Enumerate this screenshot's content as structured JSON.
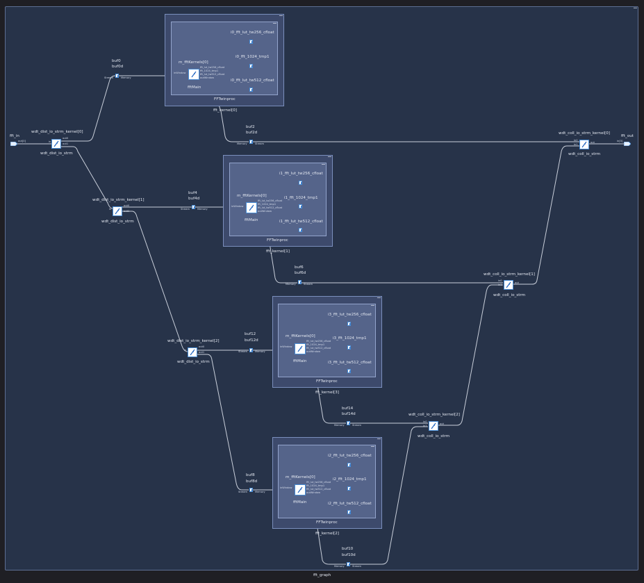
{
  "graph": {
    "name": "fft_graph"
  },
  "ports": {
    "in": {
      "label": "fft_in",
      "pin": "out[0]"
    },
    "out": {
      "label": "fft_out",
      "pin": "in[0]"
    }
  },
  "dist_kernels": [
    {
      "title": "wdt_dist_io_strm_kernel[0]",
      "func": "wdt_dist_io_strm",
      "pins": [
        "in",
        "out0",
        "out1"
      ]
    },
    {
      "title": "wdt_dist_io_strm_kernel[1]",
      "func": "wdt_dist_io_strm",
      "pins": [
        "in",
        "out0",
        "out1"
      ]
    },
    {
      "title": "wdt_dist_io_strm_kernel[2]",
      "func": "wdt_dist_io_strm",
      "pins": [
        "in",
        "out0",
        "out1"
      ]
    }
  ],
  "coll_kernels": [
    {
      "title": "wdt_coll_io_strm_kernel[0]",
      "func": "wdt_coll_io_strm",
      "pins": [
        "in0",
        "in1",
        "out"
      ]
    },
    {
      "title": "wdt_coll_io_strm_kernel[1]",
      "func": "wdt_coll_io_strm",
      "pins": [
        "in0",
        "in1",
        "out"
      ]
    },
    {
      "title": "wdt_coll_io_strm_kernel[2]",
      "func": "wdt_coll_io_strm",
      "pins": [
        "in0",
        "in1",
        "out"
      ]
    }
  ],
  "buffers": [
    {
      "name": "buf0",
      "name2": "buf0d",
      "left": "Stream",
      "right": "Memory"
    },
    {
      "name": "buf2",
      "name2": "buf2d",
      "left": "Memory",
      "right": "Stream"
    },
    {
      "name": "buf4",
      "name2": "buf4d",
      "left": "Stream",
      "right": "Memory"
    },
    {
      "name": "buf6",
      "name2": "buf6d",
      "left": "Memory",
      "right": "Stream"
    },
    {
      "name": "buf12",
      "name2": "buf12d",
      "left": "Stream",
      "right": "Memory"
    },
    {
      "name": "buf14",
      "name2": "buf14d",
      "left": "Memory",
      "right": "Stream"
    },
    {
      "name": "buf8",
      "name2": "buf8d",
      "left": "Stream",
      "right": "Memory"
    },
    {
      "name": "buf10",
      "name2": "buf10d",
      "left": "Memory",
      "right": "Stream"
    }
  ],
  "fft_kernels": [
    {
      "instance": "fft_kernel[0]",
      "class": "FFTwinproc",
      "sub": "m_fftKernels[0]",
      "main": "fftMain",
      "luts": [
        "i0_fft_lut_tw256_cfloat",
        "i0_fft_1024_tmp1",
        "i0_fft_lut_tw512_cfloat"
      ]
    },
    {
      "instance": "fft_kernel[1]",
      "class": "FFTwinproc",
      "sub": "m_fftKernels[0]",
      "main": "fftMain",
      "luts": [
        "i1_fft_lut_tw256_cfloat",
        "i1_fft_1024_tmp1",
        "i1_fft_lut_tw512_cfloat"
      ]
    },
    {
      "instance": "fft_kernel[3]",
      "class": "FFTwinproc",
      "sub": "m_fftKernels[0]",
      "main": "fftMain",
      "luts": [
        "i3_fft_lut_tw256_cfloat",
        "i3_fft_1024_tmp1",
        "i3_fft_lut_tw512_cfloat"
      ]
    },
    {
      "instance": "fft_kernel[2]",
      "class": "FFTwinproc",
      "sub": "m_fftKernels[0]",
      "main": "fftMain",
      "luts": [
        "i2_fft_lut_tw256_cfloat",
        "i2_fft_1024_tmp1",
        "i2_fft_lut_tw512_cfloat"
      ]
    }
  ],
  "fft_pins": {
    "in": "inWindow",
    "p1": "fft_lut_tw256_cfloat",
    "p2": "fft_1024_tmp1",
    "p3": "fft_lut_tw512_cfloat",
    "out": "outWindow"
  },
  "collapse_glyph": "−",
  "colors": {
    "canvas": "#273349",
    "group": "#3d4a6c",
    "group_inner": "#55648a",
    "wire": "#c9cfda",
    "accent": "#4a8fd8"
  }
}
